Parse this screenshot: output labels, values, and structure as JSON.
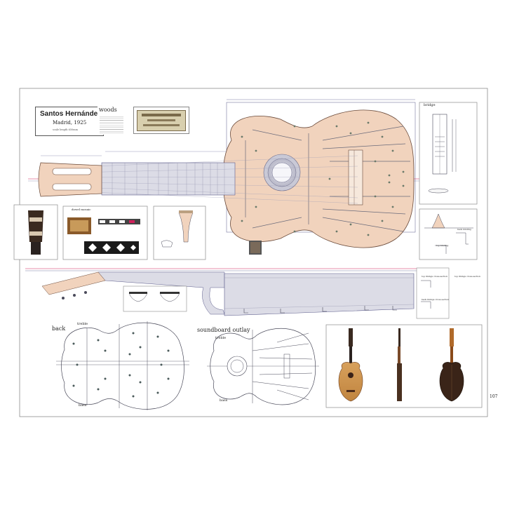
{
  "title": {
    "maker": "Santos Hernández",
    "place_year": "Madrid, 1925",
    "scale_note": "scale length 650mm"
  },
  "woods": {
    "heading": "woods"
  },
  "labels": {
    "bridge": "bridge",
    "dowel_mosaic": "dowel mosaic",
    "back": "back",
    "soundboard_outlay": "soundboard outlay",
    "treble_back": "treble",
    "bass_back": "bass",
    "treble_top": "treble",
    "bass_top": "bass",
    "back_binding": "back binding",
    "top_binding": "top binding",
    "top_linings_cross": "top linings cross-section",
    "back_linings_cross": "back linings cross-section",
    "top_linings_cross_2": "top linings cross-section"
  },
  "page_number": "107",
  "colors": {
    "wood": "#f1d3bd",
    "line": "#5a5a8a",
    "accent": "#d0205a",
    "frame": "#8c8c8c"
  }
}
